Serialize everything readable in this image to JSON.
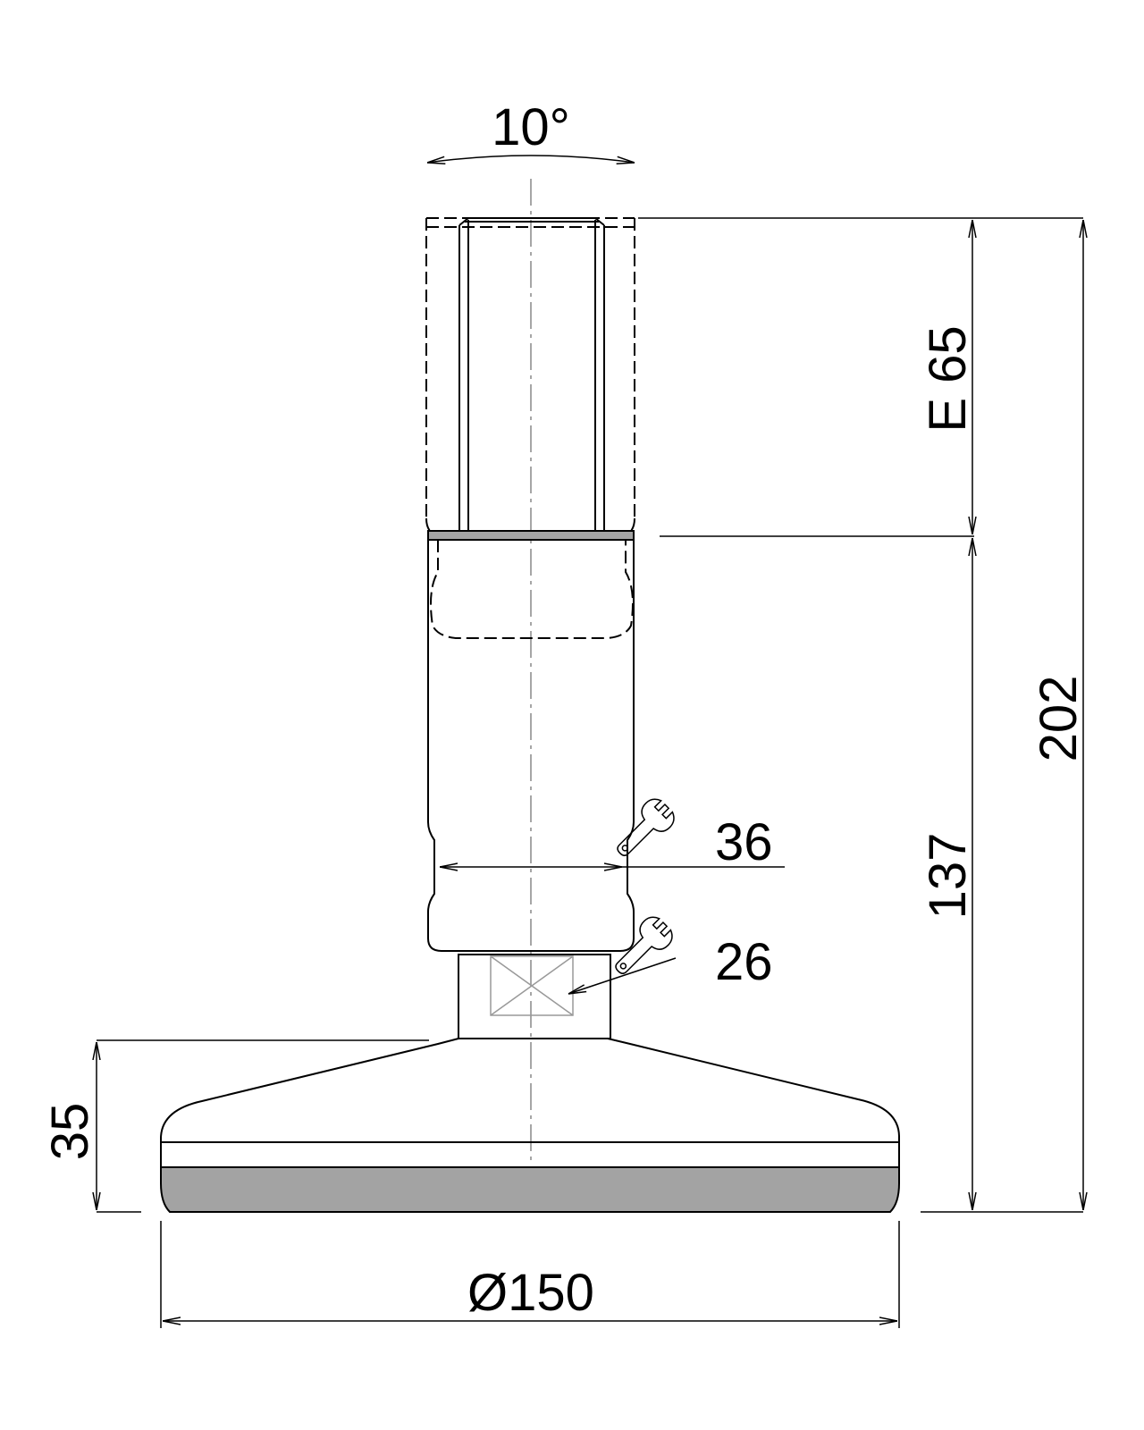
{
  "colors": {
    "line": "#000000",
    "pad_fill": "#a3a3a3",
    "centerline": "#888888",
    "background": "#ffffff"
  },
  "dimensions": {
    "tilt_angle": "10°",
    "thread_length": "E 65",
    "height_total": "202",
    "height_min": "137",
    "wrench_upper": "36",
    "wrench_lower": "26",
    "base_height": "35",
    "base_diameter": "Ø150"
  },
  "icons": {
    "wrench_upper": "wrench-icon",
    "wrench_lower": "wrench-icon"
  }
}
